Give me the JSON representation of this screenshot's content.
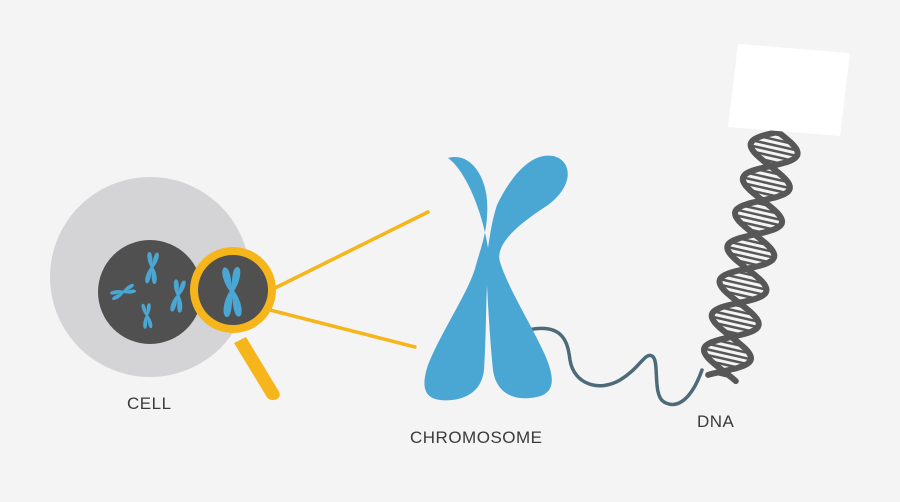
{
  "labels": {
    "cell": "CELL",
    "chromosome": "CHROMOSOME",
    "dna": "DNA"
  },
  "colors": {
    "background": "#f4f4f4",
    "cell_membrane": "#d4d4d6",
    "nucleus": "#505050",
    "chromosome": "#4aa6d3",
    "magnifier": "#f5b51b",
    "dna_strand": "#575757",
    "dna_thread": "#4d6a78",
    "label_text": "#3a3a3a",
    "white_panel": "#ffffff"
  },
  "icons": [
    "magnifying-glass-icon",
    "chromosome-icon",
    "dna-helix-icon",
    "cell-icon"
  ]
}
